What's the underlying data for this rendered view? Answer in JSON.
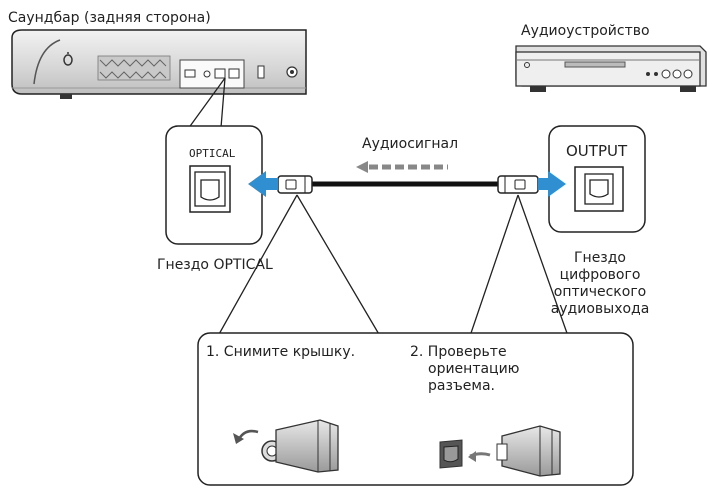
{
  "labels": {
    "soundbar": "Саундбар (задняя сторона)",
    "audio_device": "Аудиоустройство",
    "audio_signal": "Аудиосигнал",
    "optical_port": "OPTICAL",
    "output_port": "OUTPUT",
    "optical_jack": "Гнездо OPTICAL",
    "digital_out_line1": "Гнездо",
    "digital_out_line2": "цифрового",
    "digital_out_line3": "оптического",
    "digital_out_line4": "аудиовыхода"
  },
  "steps": [
    {
      "text": "1.  Снимите крышку."
    },
    {
      "line1": "2.  Проверьте",
      "line2": "ориентацию",
      "line3": "разъема."
    }
  ],
  "colors": {
    "arrow_blue": "#2f8fd0",
    "outline": "#222222",
    "device_gray": "#d9d9d9",
    "cable": "#111111",
    "signal_arrow": "#888888"
  },
  "icons": [
    "soundbar",
    "audio-device",
    "optical-socket",
    "optical-plug",
    "cap",
    "rotate-arrow"
  ]
}
